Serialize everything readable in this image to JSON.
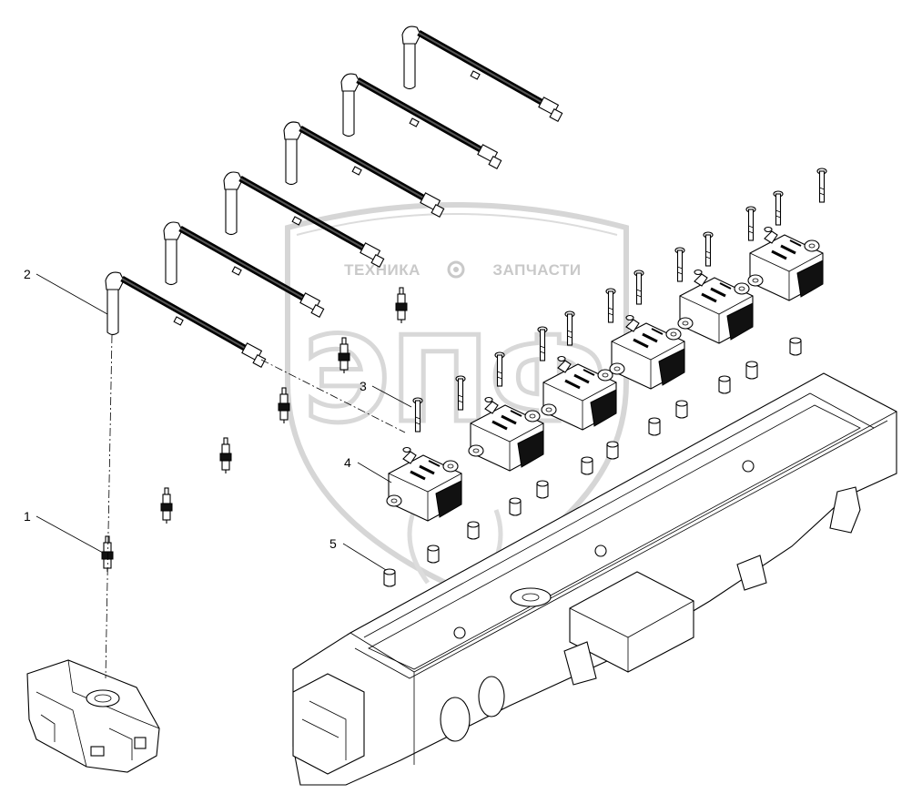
{
  "watermark": {
    "left_word": "ТЕХНИКА",
    "right_word": "ЗАПЧАСТИ",
    "big_letters": "ЭПФ"
  },
  "callouts": [
    {
      "id": "1",
      "label": "1"
    },
    {
      "id": "2",
      "label": "2"
    },
    {
      "id": "3",
      "label": "3"
    },
    {
      "id": "4",
      "label": "4"
    },
    {
      "id": "5",
      "label": "5"
    }
  ],
  "parts": {
    "ignition_wires": 6,
    "spark_plugs": 6,
    "ignition_coils": 6,
    "coil_bolts": 12,
    "spacer_bushings": 12
  },
  "colors": {
    "line": "#000000",
    "watermark": "#c9c9c9",
    "background": "#ffffff"
  }
}
